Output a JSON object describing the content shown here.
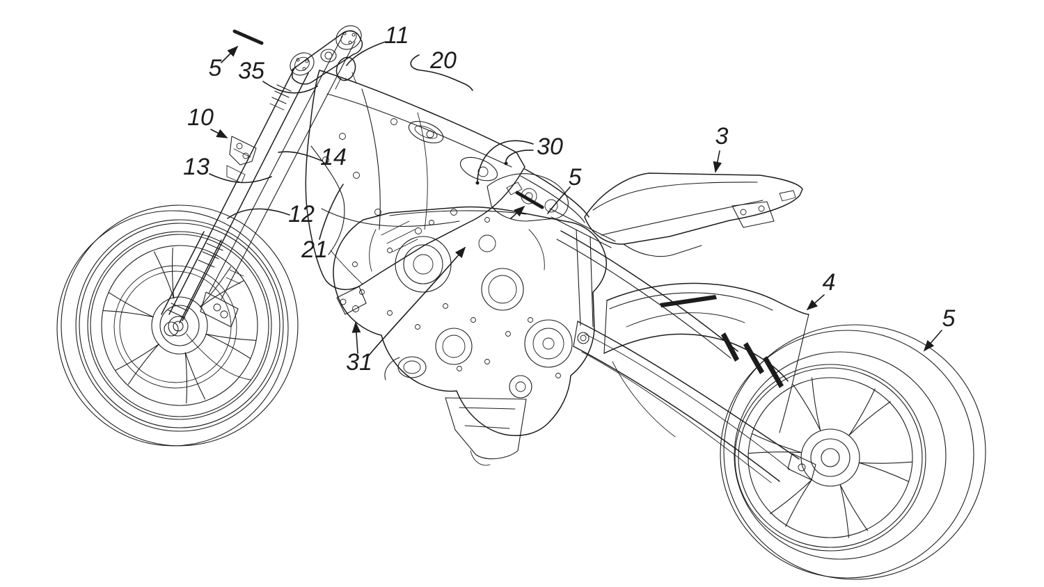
{
  "figure": {
    "kind": "patent-style technical line drawing",
    "subject": "motorcycle chassis in three-quarter perspective: front fork and wheel, faceted frame shell, engine block, seat cowl, rear fender, swingarm and rear wheel",
    "background_color": "#ffffff",
    "ink_color": "#1c1c1c"
  },
  "labels": [
    {
      "id": "section-mark-front",
      "text": "5"
    },
    {
      "id": "steering-tube",
      "text": "35"
    },
    {
      "id": "fork-bracket",
      "text": "10"
    },
    {
      "id": "fork-leg-outer",
      "text": "13"
    },
    {
      "id": "fork-leg-inner",
      "text": "14"
    },
    {
      "id": "fork-lower",
      "text": "12"
    },
    {
      "id": "frame-side-panel",
      "text": "21"
    },
    {
      "id": "top-clamp",
      "text": "11"
    },
    {
      "id": "frame-shell",
      "text": "20"
    },
    {
      "id": "throttle-bodies",
      "text": "30"
    },
    {
      "id": "section-mark-mid",
      "text": "5"
    },
    {
      "id": "seat-cowl",
      "text": "3"
    },
    {
      "id": "engine-mount",
      "text": "31"
    },
    {
      "id": "rear-fender",
      "text": "4"
    },
    {
      "id": "rear-tire",
      "text": "5"
    }
  ]
}
